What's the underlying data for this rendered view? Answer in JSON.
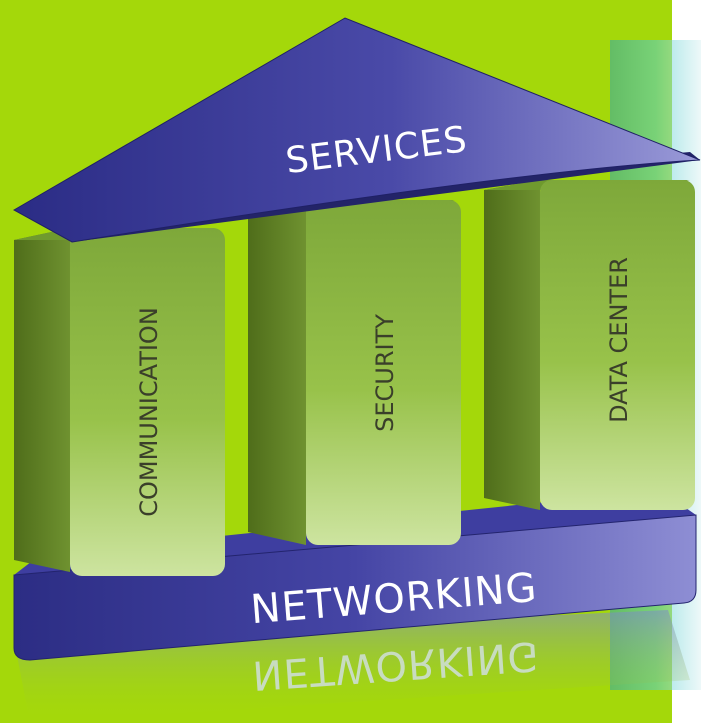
{
  "diagram": {
    "roof": {
      "label": "SERVICES"
    },
    "pillars": [
      {
        "label": "COMMUNICATION"
      },
      {
        "label": "SECURITY"
      },
      {
        "label": "DATA CENTER"
      }
    ],
    "base": {
      "label": "NETWORKING"
    }
  },
  "colors": {
    "background_green": "#a4d80a",
    "accent_teal": "#37bcbf",
    "pillar_green": "#8cb43a",
    "pillar_dark": "#5a7a1e",
    "roof_navy": "#2e2f8a",
    "roof_lavender": "#8f8fd6",
    "label_white": "#ffffff",
    "pillar_text": "#3a3f2a"
  }
}
